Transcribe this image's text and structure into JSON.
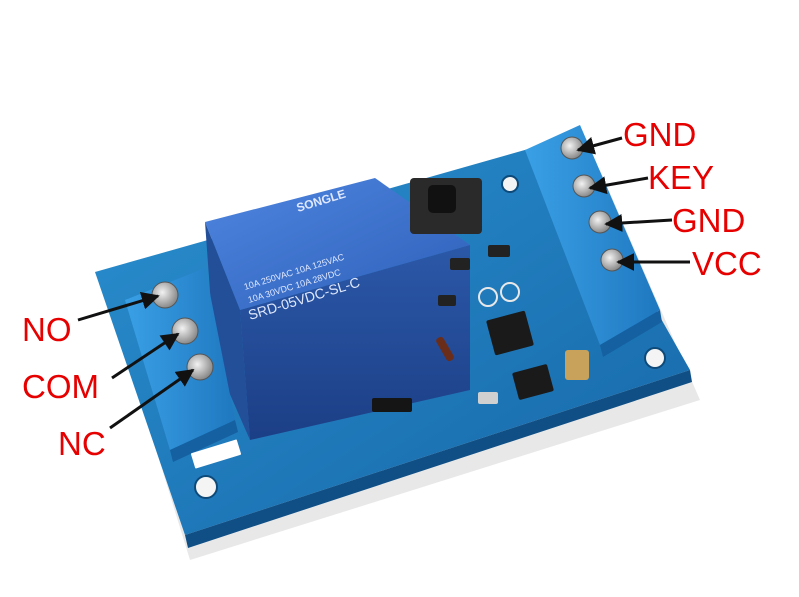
{
  "image": {
    "subject": "single-channel relay module",
    "relay": {
      "brand": "SONGLE",
      "model": "SRD-05VDC-SL-C",
      "ratings": [
        "10A 250VAC",
        "10A 125VAC",
        "10A 30VDC",
        "10A 28VDC"
      ]
    },
    "output_terminals": {
      "labels": [
        "NO",
        "COM",
        "NC"
      ]
    },
    "input_terminals": {
      "labels": [
        "GND",
        "KEY",
        "GND",
        "VCC"
      ]
    },
    "colors": {
      "pcb": "#1f7fbf",
      "terminal_block": "#2f8fd6",
      "relay": "#3a6fd0",
      "label_text": "#e60000",
      "arrow": "#111111",
      "background": "#ffffff"
    }
  }
}
